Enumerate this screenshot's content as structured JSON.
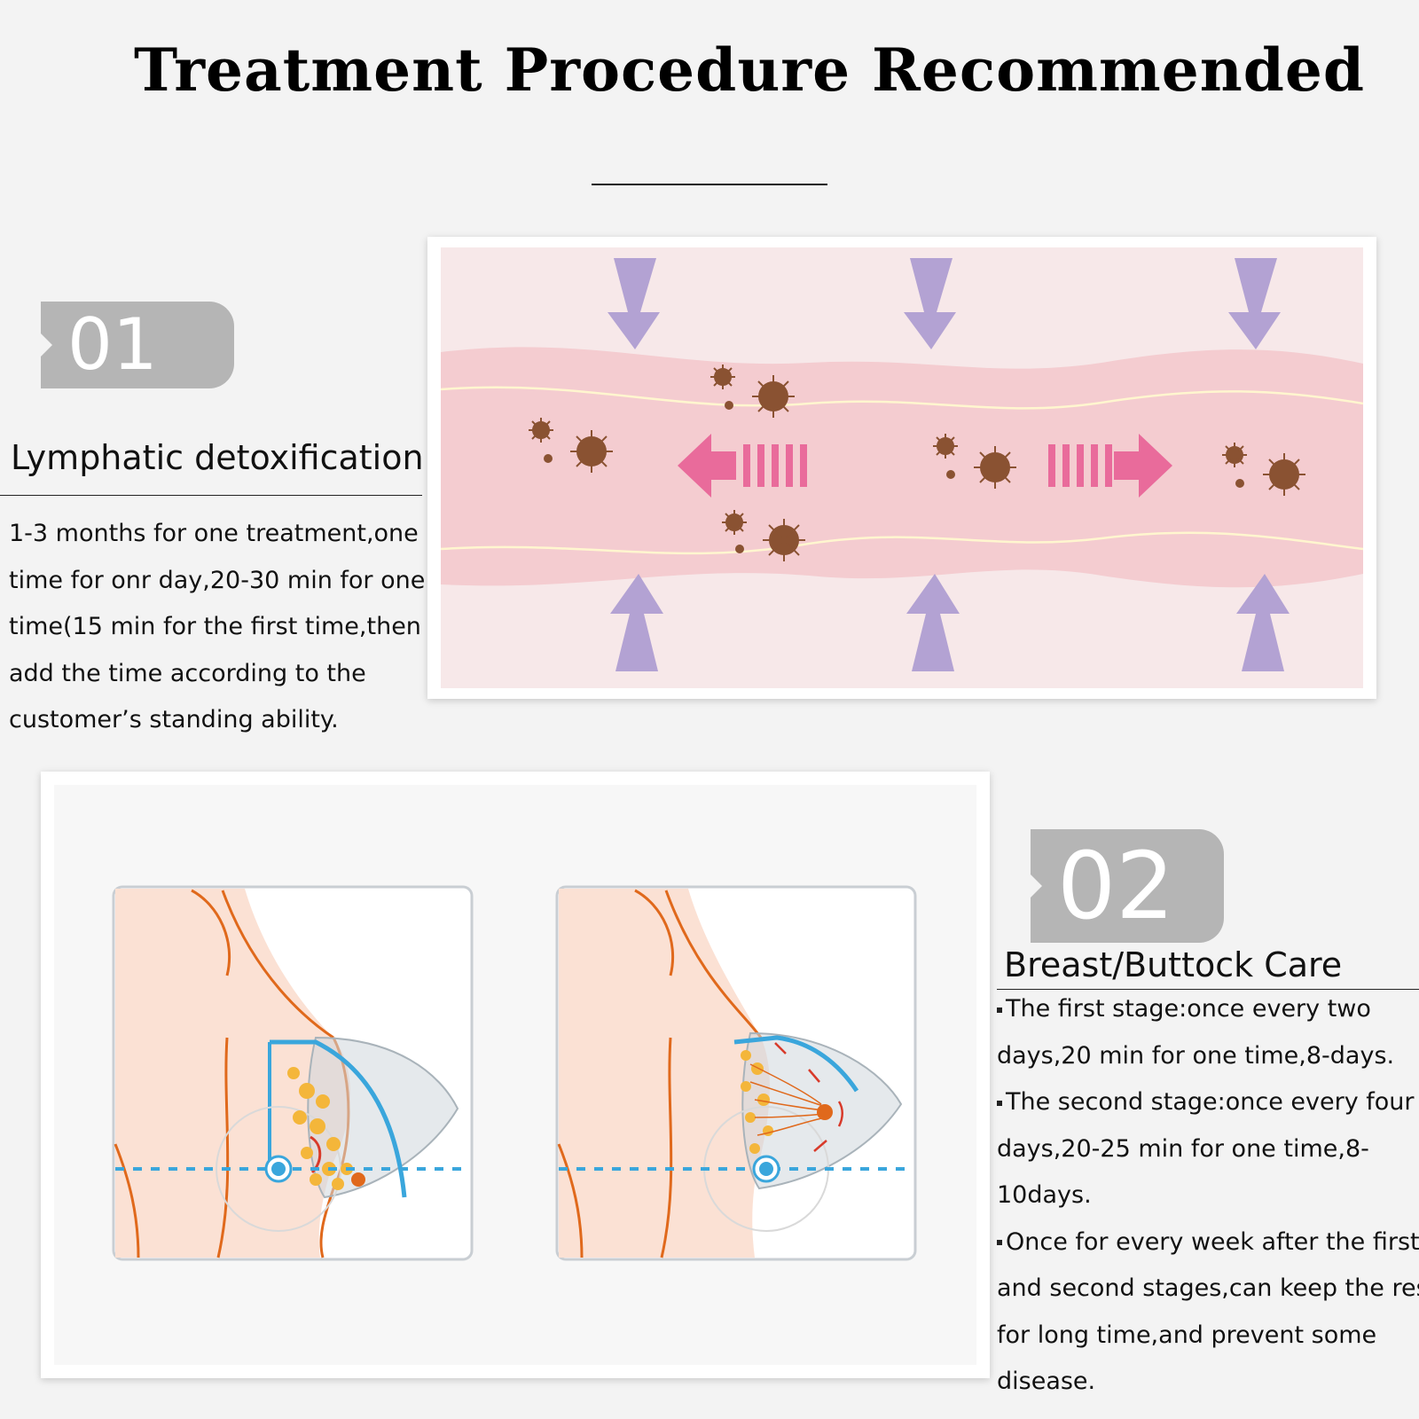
{
  "title": "Treatment Procedure Recommended",
  "section1": {
    "number": "01",
    "heading": "Lymphatic detoxification",
    "body": "1-3 months for one treatment,one time for onr day,20-30 min for one time(15 min for the first time,then add the time according to the customer’s standing ability.",
    "illustration": "lymphatic-flow-diagram-icon"
  },
  "section2": {
    "number": "02",
    "heading": "Breast/Buttock Care",
    "items": [
      "The first stage:once every two days,20 min for one time,8-days.",
      "The second stage:once every four days,20-25 min for one time,8-10days.",
      "Once for every week after the first and second stages,can keep the res for long time,and prevent some disease."
    ],
    "illustration": "breast-cup-treatment-icon"
  },
  "colors": {
    "background": "#f3f3f3",
    "badge": "#b5b5b5",
    "vessel": "#f4ccd0",
    "arrow_purple": "#b3a2d3",
    "arrow_pink": "#e96b9b",
    "bacteria": "#8a5232",
    "skin": "#fbe1d4",
    "outline": "#e0691c",
    "cup_blue": "#3aa6dc"
  }
}
